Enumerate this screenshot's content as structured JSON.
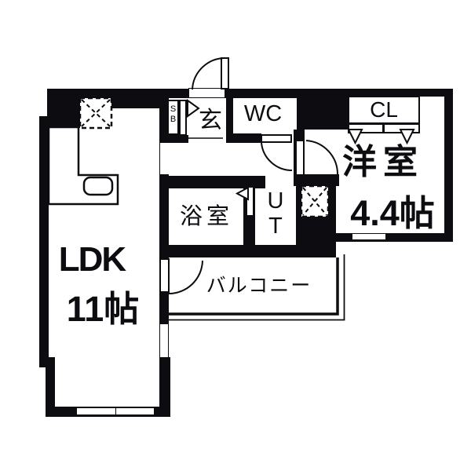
{
  "plan_type": "apartment-floor-plan",
  "colors": {
    "wall": "#0d0d11",
    "background": "#ffffff",
    "frame": "#cccccc"
  },
  "rooms": {
    "ldk": {
      "label": "LDK",
      "size": "11帖"
    },
    "western_room": {
      "label": "洋室",
      "size": "4.4帖"
    },
    "entrance": {
      "label": "玄"
    },
    "toilet": {
      "label": "WC"
    },
    "closet": {
      "label": "CL"
    },
    "bathroom": {
      "label": "浴室"
    },
    "utility": {
      "line1": "U",
      "line2": "T"
    },
    "balcony": {
      "label": "バルコニー"
    },
    "shoe_box": {
      "line1": "S",
      "line2": "B"
    }
  }
}
